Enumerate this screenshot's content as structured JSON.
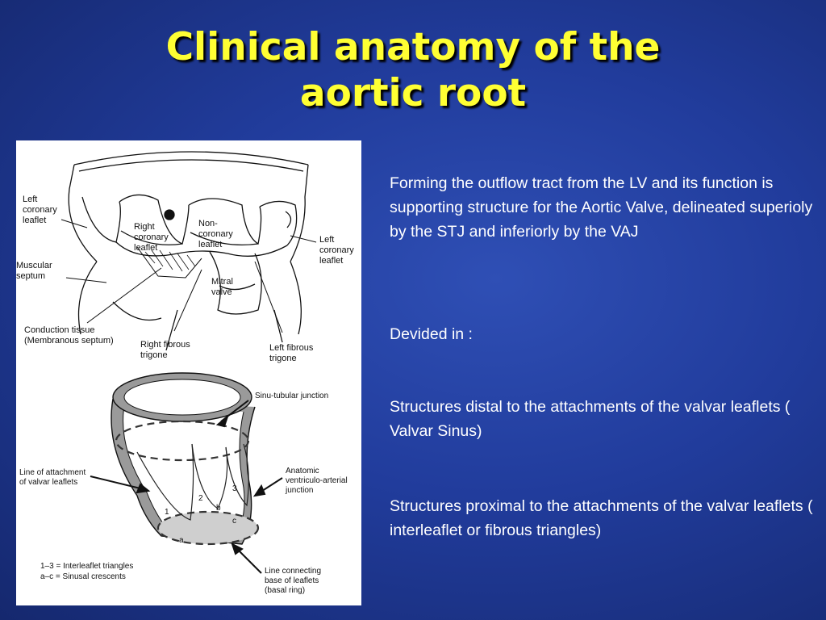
{
  "slide": {
    "title_line1": "Clinical anatomy of the",
    "title_line2": "aortic root",
    "title_color": "#ffff33",
    "background_color": "#213c9c"
  },
  "figure": {
    "top_labels": {
      "left_coronary_leaflet_l": [
        "Left",
        "coronary",
        "leaflet"
      ],
      "right_coronary_leaflet": [
        "Right",
        "coronary",
        "leaflet"
      ],
      "non_coronary_leaflet": [
        "Non-",
        "coronary",
        "leaflet"
      ],
      "left_coronary_leaflet_r": [
        "Left",
        "coronary",
        "leaflet"
      ],
      "muscular_septum": [
        "Muscular",
        "septum"
      ],
      "mitral_valve": [
        "Mitral",
        "valve"
      ],
      "conduction_tissue": [
        "Conduction tissue",
        "(Membranous septum)"
      ],
      "right_fibrous_trigone": [
        "Right fibrous",
        "trigone"
      ],
      "left_fibrous_trigone": [
        "Left fibrous",
        "trigone"
      ]
    },
    "bottom_labels": {
      "sinu_tubular_junction": "Sinu-tubular junction",
      "line_of_attachment": [
        "Line of attachment",
        "of valvar leaflets"
      ],
      "anatomic_vaj": [
        "Anatomic",
        "ventriculo-arterial",
        "junction"
      ],
      "line_connecting": [
        "Line connecting",
        "base of leaflets",
        "(basal ring)"
      ],
      "legend_1": "1–3 = Interleaflet triangles",
      "legend_2": "a–c = Sinusal crescents",
      "num_1": "1",
      "num_2": "2",
      "num_3": "3",
      "let_a": "a",
      "let_b": "b",
      "let_c": "c"
    }
  },
  "content": {
    "para1": "Forming the outflow tract from the LV and its function is supporting structure for the Aortic Valve, delineated superioly by  the STJ and inferiorly by the VAJ",
    "para2": "Devided in :",
    "para3": "Structures distal to the attachments of the valvar leaflets ( Valvar Sinus)",
    "para4": "Structures proximal to the attachments of the valvar leaflets ( interleaflet  or fibrous triangles)"
  }
}
